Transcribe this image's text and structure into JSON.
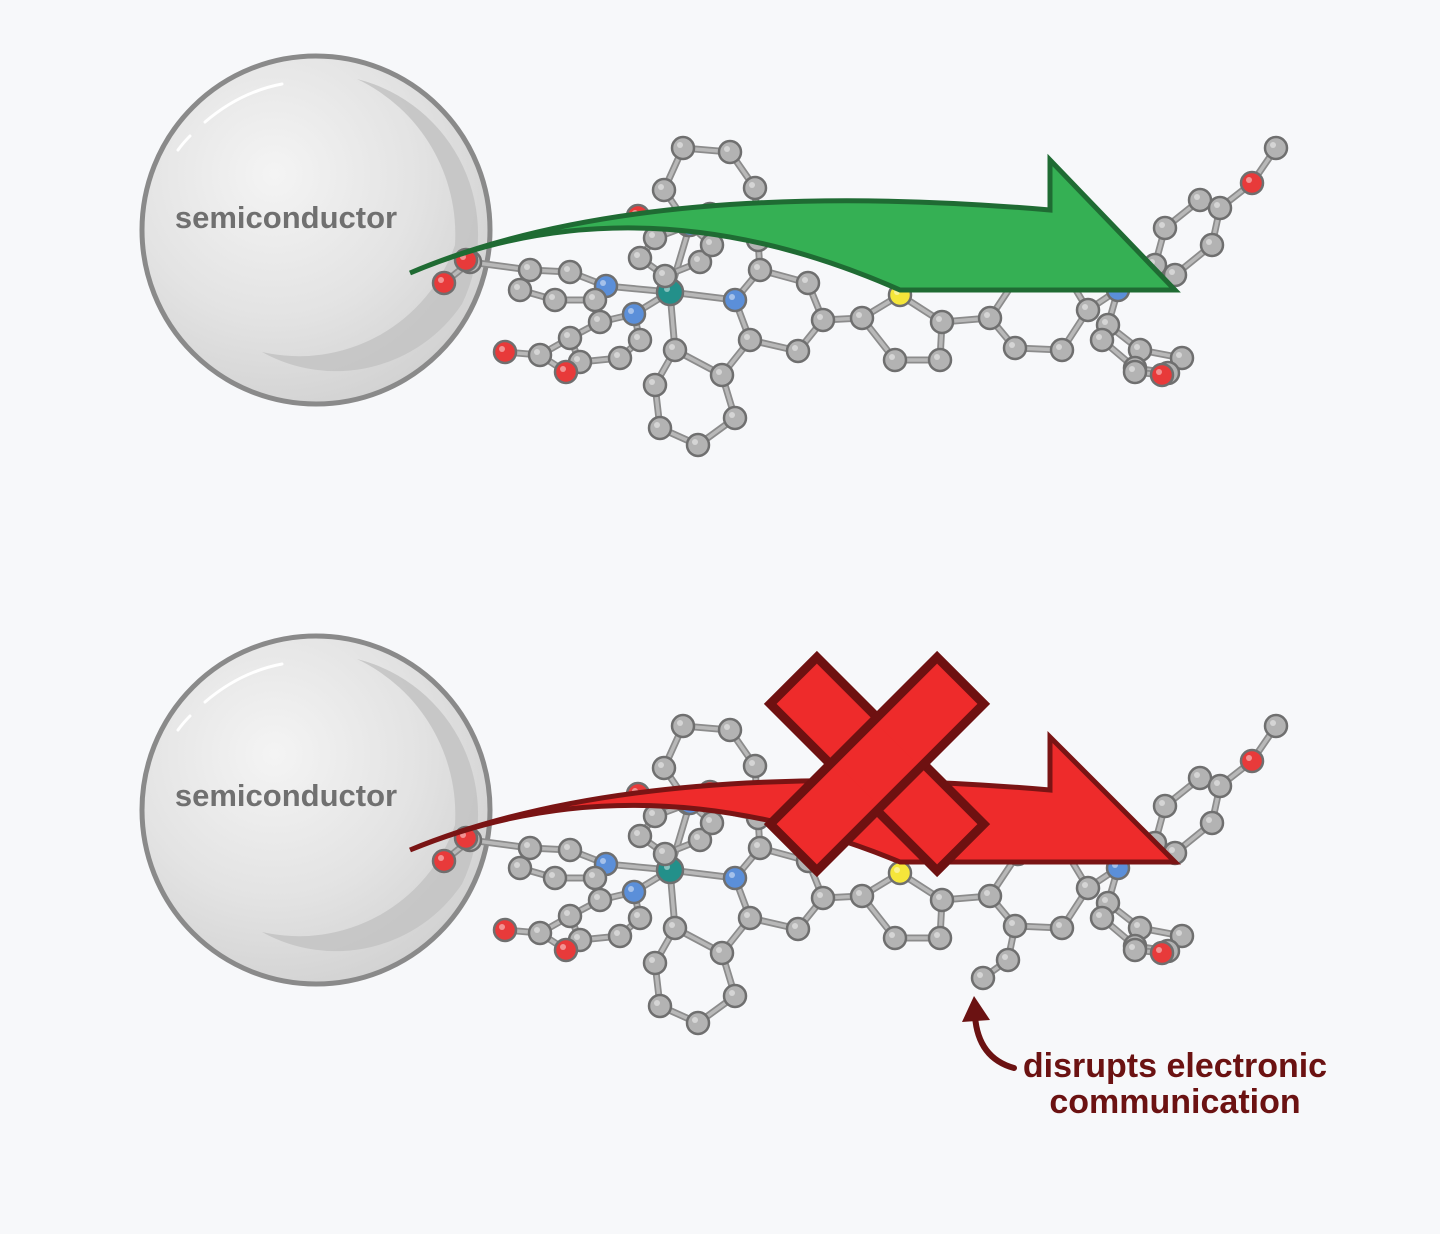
{
  "panels": [
    {
      "id": "top",
      "semiconductor_label": "semiconductor",
      "arrow_color": "#35b054",
      "arrow_outline": "#1f6b33",
      "blocked": false,
      "extra_methyl": false
    },
    {
      "id": "bottom",
      "semiconductor_label": "semiconductor",
      "arrow_color": "#ee2b2b",
      "arrow_outline": "#7a1414",
      "blocked": true,
      "extra_methyl": true
    }
  ],
  "annotation": {
    "line1": "disrupts electronic",
    "line2": "communication",
    "color": "#6b1212"
  },
  "colors": {
    "background": "#f7f8fa",
    "carbon": "#b3b3b3",
    "nitrogen": "#5b8fd9",
    "oxygen": "#e83a3a",
    "sulfur": "#f5e63a",
    "metal": "#23908a",
    "sphere": "#d9d9d9"
  },
  "icons": {
    "block_mark": "x-cross-icon",
    "note_arrow": "curved-arrow-icon"
  }
}
